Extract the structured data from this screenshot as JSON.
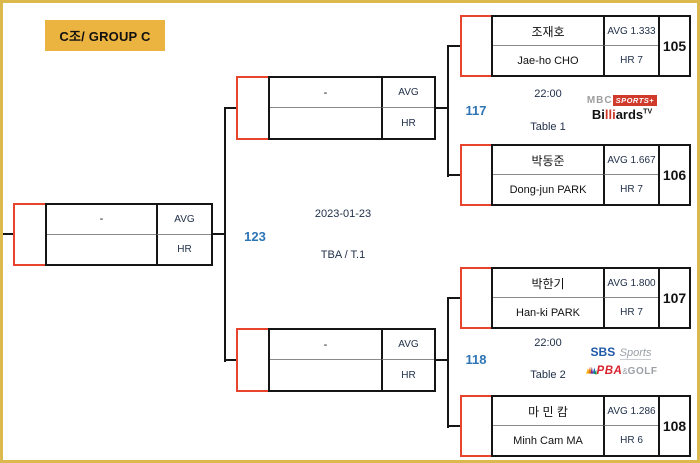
{
  "colors": {
    "bracket_red": "#E8432C",
    "match_number_blue": "#2E75B6",
    "group_label_yellow": "#EBB440",
    "outer_border_gold": "#DCB94F"
  },
  "group_label": "C조/ GROUP C",
  "final": {
    "match_no": "123",
    "date": "2023-01-23",
    "venue": "TBA / T.1",
    "slot_top": "-",
    "slot_bottom": "",
    "avg_label": "AVG",
    "hr_label": "HR"
  },
  "semifinals": [
    {
      "match_no": "117",
      "time": "22:00",
      "table": "Table 1",
      "slot_top": "-",
      "slot_bottom": "",
      "avg_label": "AVG",
      "hr_label": "HR"
    },
    {
      "match_no": "118",
      "time": "22:00",
      "table": "Table 2",
      "slot_top": "-",
      "slot_bottom": "",
      "avg_label": "AVG",
      "hr_label": "HR"
    }
  ],
  "players": [
    {
      "name_kr": "조재호",
      "name_en": "Jae-ho CHO",
      "avg": "AVG 1.333",
      "hr": "HR 7",
      "match_no": "105"
    },
    {
      "name_kr": "박동준",
      "name_en": "Dong-jun PARK",
      "avg": "AVG 1.667",
      "hr": "HR 7",
      "match_no": "106"
    },
    {
      "name_kr": "박한기",
      "name_en": "Han-ki PARK",
      "avg": "AVG 1.800",
      "hr": "HR 7",
      "match_no": "107"
    },
    {
      "name_kr": "마 민 캄",
      "name_en": "Minh Cam MA",
      "avg": "AVG 1.286",
      "hr": "HR 6",
      "match_no": "108"
    }
  ],
  "broadcasters": {
    "mbc": {
      "name": "MBC",
      "sports": "SPORTS+",
      "billiards_pre": "Bi",
      "billiards_red": "lli",
      "billiards_post": "ards",
      "tv_sup": "TV"
    },
    "sbs": {
      "name": "SBS",
      "sports": "Sports",
      "pba": "PBA",
      "amp": "&",
      "golf": "GOLF"
    }
  }
}
